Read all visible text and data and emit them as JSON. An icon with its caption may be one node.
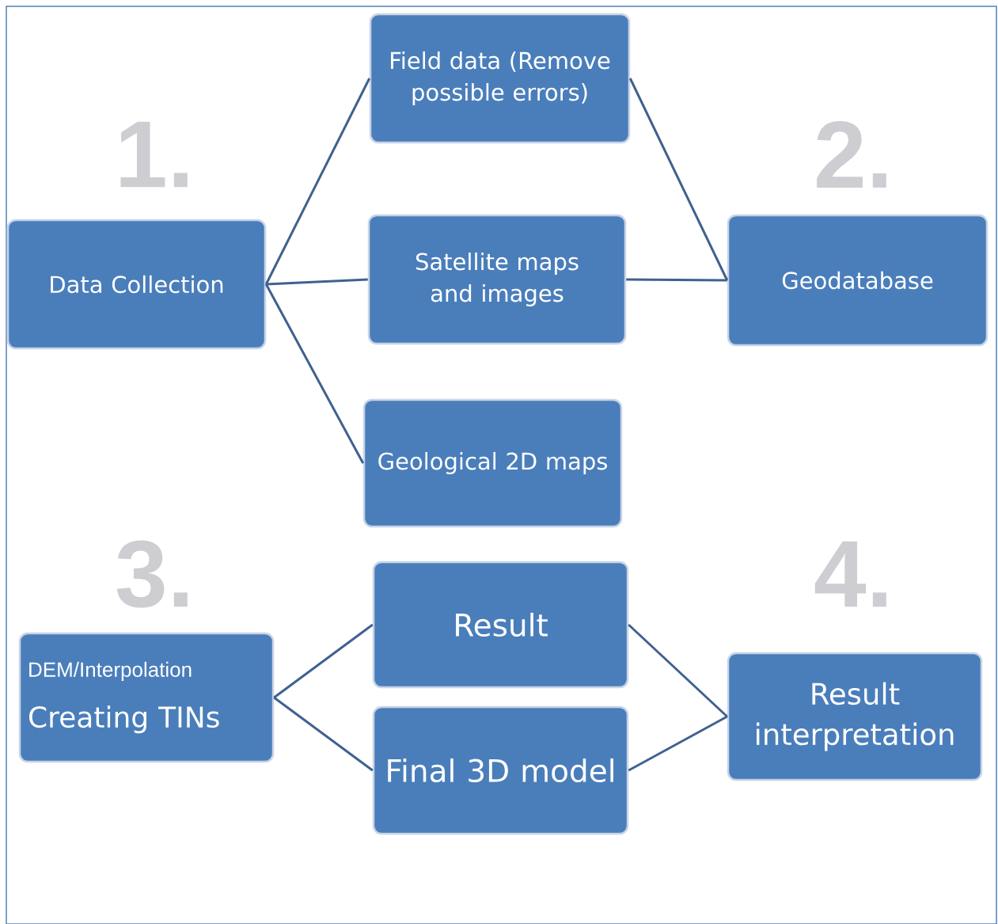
{
  "diagram": {
    "nodes": [
      {
        "text": [
          "Data Collection"
        ]
      },
      {
        "text": [
          "Field data (Remove possible errors)"
        ]
      },
      {
        "text": [
          "Satellite maps and images"
        ]
      },
      {
        "text": [
          "Geological 2D maps"
        ]
      },
      {
        "text": [
          "Geodatabase"
        ]
      },
      {
        "text": [
          "DEM/Interpolation",
          "Creating TINs"
        ]
      },
      {
        "text": [
          "Result"
        ]
      },
      {
        "text": [
          "Final 3D model"
        ]
      },
      {
        "text": [
          "Result interpretation"
        ]
      }
    ],
    "edges": [
      {
        "from": 0,
        "to": 1,
        "arrow": "none"
      },
      {
        "from": 0,
        "to": 2,
        "arrow": "none"
      },
      {
        "from": 0,
        "to": 3,
        "arrow": "none"
      },
      {
        "from": 1,
        "to": 4,
        "arrow": "none"
      },
      {
        "from": 2,
        "to": 4,
        "arrow": "none"
      },
      {
        "from": 5,
        "to": 6,
        "arrow": "none"
      },
      {
        "from": 5,
        "to": 7,
        "arrow": "none"
      },
      {
        "from": 6,
        "to": 8,
        "arrow": "none"
      },
      {
        "from": 7,
        "to": 8,
        "arrow": "none"
      }
    ],
    "labels": [
      "1.",
      "2.",
      "3.",
      "4."
    ]
  }
}
